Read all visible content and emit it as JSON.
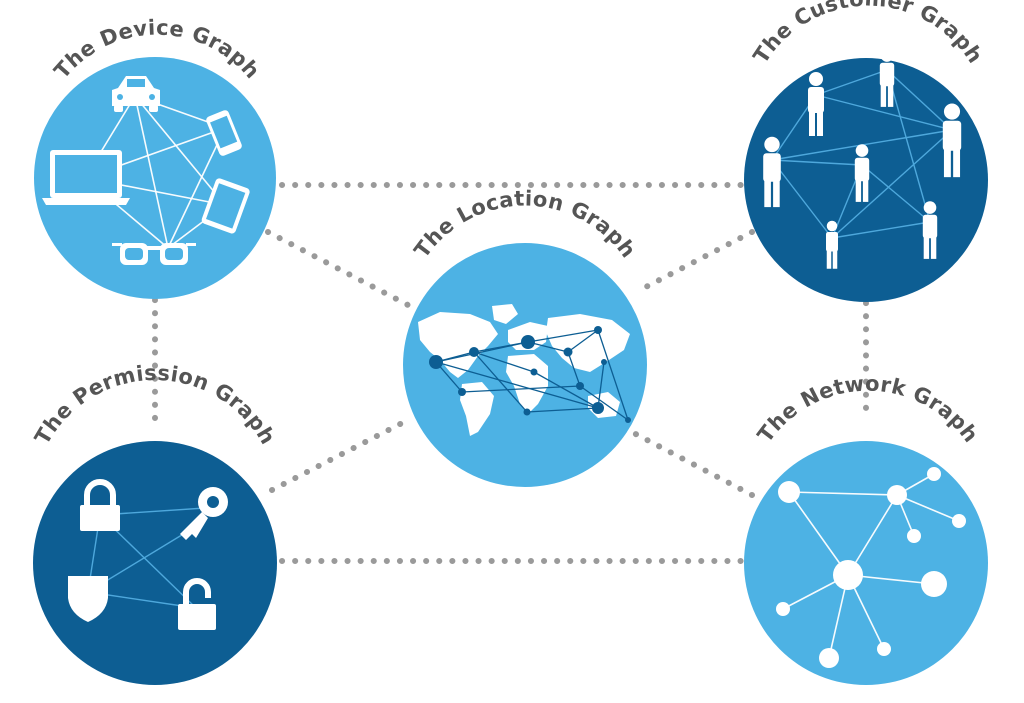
{
  "graphs": {
    "device": {
      "title": "The Device Graph"
    },
    "customer": {
      "title": "The Customer Graph"
    },
    "location": {
      "title": "The Location Graph"
    },
    "permission": {
      "title": "The Permission Graph"
    },
    "network": {
      "title": "The Network Graph"
    }
  },
  "colors": {
    "light": "#4db2e4",
    "dark": "#0d5e93",
    "title": "#555555",
    "connector": "#9a9a9a"
  }
}
